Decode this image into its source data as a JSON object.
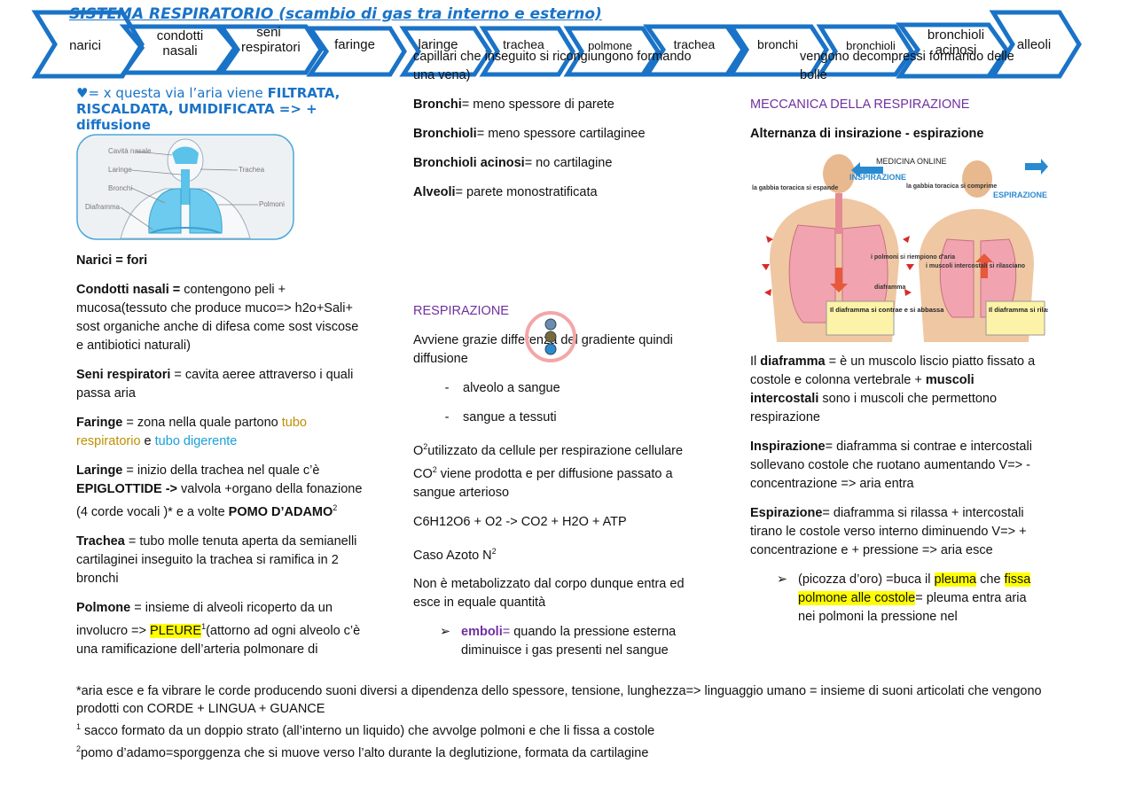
{
  "title": "SISTEMA RESPIRATORIO (scambio di gas tra interno e esterno)",
  "chevrons": [
    "narici",
    "condotti nasali",
    "seni respiratori",
    "faringe",
    "laringe",
    "trachea",
    "polmone",
    "trachea",
    "bronchi",
    "bronchioli",
    "bronchioli acinosi",
    "alleoli"
  ],
  "col1": {
    "intro_heart": "♥",
    "intro_a": "= x questa via l’aria viene ",
    "intro_b": "FILTRATA, RISCALDATA, UMIDIFICATA => + diffusione",
    "diagram_labels": [
      "Cavità nasale",
      "Laringe",
      "Bronchi",
      "Diaframma",
      "Trachea",
      "Polmoni"
    ],
    "narici_t": "Narici = fori",
    "condotti_t": "Condotti nasali =",
    "condotti_d": " contengono peli + mucosa(tessuto che produce muco=> h2o+Sali+ sost organiche anche di difesa come sost viscose e antibiotici naturali)",
    "seni_t": "Seni respiratori",
    "seni_d": " = cavita aeree attraverso i quali passa aria",
    "faringe_t": "Faringe",
    "faringe_d": " = zona nella quale partono ",
    "faringe_g": "tubo respiratorio",
    "faringe_e": " e ",
    "faringe_c": "tubo digerente",
    "laringe_t": "Laringe",
    "laringe_d": " = inizio della trachea nel quale c’è ",
    "laringe_b1": "EPIGLOTTIDE ->",
    "laringe_d2": " valvola +organo della fonazione (4 corde vocali )* e a volte ",
    "laringe_b2": "POMO D’ADAMO",
    "laringe_sup": "2",
    "trachea_t": "Trachea",
    "trachea_d": " = tubo molle tenuta aperta da semianelli cartilaginei inseguito la trachea si ramifica in 2 bronchi",
    "polmone_t": "Polmone",
    "polmone_d": " = insieme di alveoli ricoperto da un involucro => ",
    "polmone_h": "PLEURE",
    "polmone_sup": "1",
    "polmone_d2": "(attorno ad ogni alveolo c’è una ramificazione dell’arteria polmonare di"
  },
  "col2": {
    "cont": "capillari che inseguito si ricongiungono formando una vena)",
    "bronchi_t": "Bronchi",
    "bronchi_d": "= meno spessore di parete",
    "bronchioli_t": "Bronchioli",
    "bronchioli_d": "= meno spessore cartilaginee",
    "acinosi_t": "Bronchioli acinosi",
    "acinosi_d": "= no cartilagine",
    "alveoli_t": "Alveoli",
    "alveoli_d": "= parete monostratificata",
    "resp_head": "RESPIRAZIONE",
    "resp_d": "Avviene grazie differenza del gradiente quindi diffusione",
    "dash1": "alveolo a sangue",
    "dash2": "sangue a tessuti",
    "o2_a": "O",
    "o2_sup": "2",
    "o2_b": "utilizzato da cellule per respirazione cellulare CO",
    "o2_sup2": "2",
    "o2_c": " viene prodotta e per diffusione passato a sangue arterioso",
    "formula": "C6H12O6 + O2 -> CO2 + H2O + ATP",
    "azoto": "Caso Azoto N",
    "azoto_sup": "2",
    "non_met": "Non è metabolizzato dal corpo dunque entra ed esce in equale quantità",
    "emboli_t": "emboli",
    "emboli_eq": "=",
    "emboli_d": " quando la pressione esterna diminuisce i gas presenti nel sangue"
  },
  "col3": {
    "cont": "vengono decompressi formando delle bolle",
    "mecc_head": "MECCANICA DELLA RESPIRAZIONE",
    "altern": "Alternanza di insirazione - espirazione",
    "img_top": "MEDICINA ONLINE",
    "img_insp": "INSPIRAZIONE",
    "img_esp": "ESPIRAZIONE",
    "img_l1": "la gabbia toracica si espande",
    "img_l2": "la gabbia toracica si comprime",
    "img_l3": "i polmoni si riempiono d'aria",
    "img_l4": "diaframma",
    "img_l5": "i muscoli intercostali si rilasciano",
    "img_box1": "Il diaframma si contrae e si abbassa",
    "img_box2": "Il diaframma si rilascia e risale",
    "diaf_a": "Il ",
    "diaf_t": "diaframma",
    "diaf_d": " = è un muscolo liscio piatto fissato a costole e colonna vertebrale + ",
    "diaf_t2": "muscoli intercostali",
    "diaf_d2": " sono i muscoli che permettono respirazione",
    "insp_t": "Inspirazione",
    "insp_d": "= diaframma si contrae e intercostali sollevano costole che ruotano aumentando V=> - concentrazione => aria entra",
    "esp_t": "Espirazione",
    "esp_d": "= diaframma si rilassa + intercostali tirano le costole verso interno diminuendo V=> + concentrazione e + pressione => aria esce",
    "picozza_a": "(picozza d’oro) =buca il ",
    "picozza_h1": "pleuma",
    "picozza_b": " che ",
    "picozza_h2": "fissa polmone alle costole",
    "picozza_c": "= pleuma entra aria nei polmoni la pressione nel"
  },
  "footer": {
    "f1": "*aria esce e fa vibrare le corde producendo suoni diversi a dipendenza dello spessore, tensione, lunghezza=> linguaggio umano = insieme di suoni articolati che vengono prodotti con CORDE + LINGUA + GUANCE",
    "f2_sup": "1",
    "f2": " sacco formato da un doppio strato (all’interno un liquido) che avvolge polmoni e che li fissa a costole",
    "f3_sup": "2",
    "f3": "pomo d’adamo=sporggenza che si muove verso l’alto durante la deglutizione, formata da cartilagine"
  },
  "colors": {
    "chevron": "#1a73c7",
    "purple": "#7030a0",
    "highlight": "#ffff00"
  }
}
